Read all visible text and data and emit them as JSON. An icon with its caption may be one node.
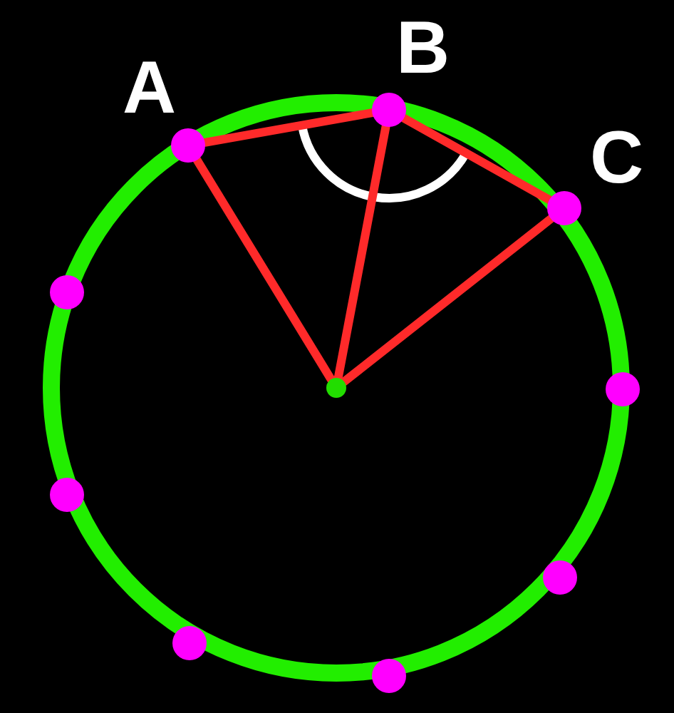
{
  "diagram": {
    "nodes": [
      {
        "text": [],
        "shape": "circle",
        "beside": [
          "A"
        ]
      },
      {
        "text": [],
        "shape": "circle",
        "beside": [
          "B"
        ]
      },
      {
        "text": [],
        "shape": "circle",
        "beside": [
          "C"
        ]
      },
      {
        "text": [],
        "shape": "circle"
      },
      {
        "text": [],
        "shape": "circle"
      },
      {
        "text": [],
        "shape": "circle"
      },
      {
        "text": [],
        "shape": "circle"
      },
      {
        "text": [],
        "shape": "circle"
      },
      {
        "text": [],
        "shape": "circle"
      },
      {
        "text": [],
        "shape": "circle"
      }
    ],
    "edges": [
      {
        "from": 0,
        "to": 1,
        "arrow": "none"
      },
      {
        "from": 1,
        "to": 2,
        "arrow": "none"
      },
      {
        "from": 0,
        "to": 3,
        "arrow": "none"
      },
      {
        "from": 1,
        "to": 3,
        "arrow": "none"
      },
      {
        "from": 2,
        "to": 3,
        "arrow": "none"
      }
    ]
  }
}
